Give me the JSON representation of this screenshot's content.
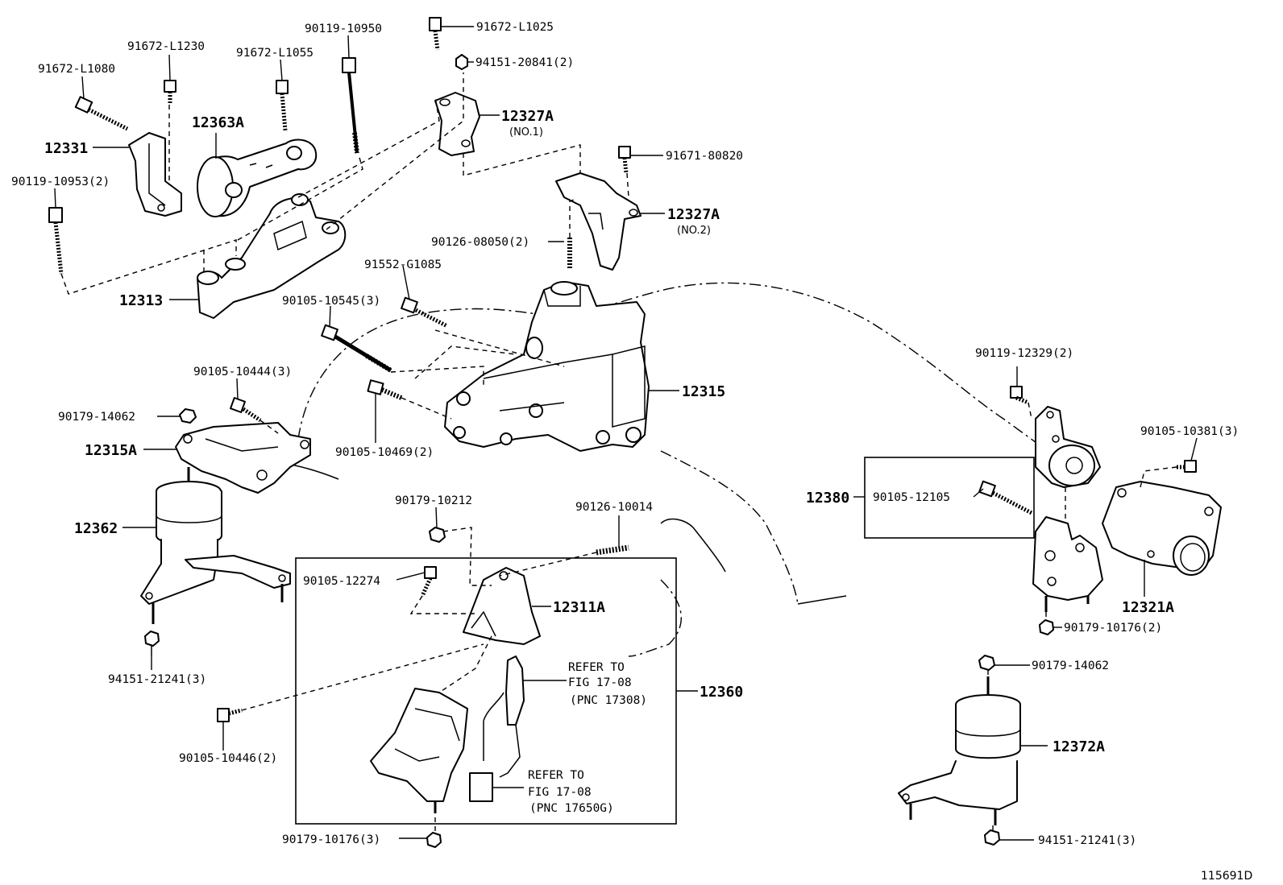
{
  "figure_id": "115691D",
  "parts": {
    "p91672_L1025": "91672-L1025",
    "p94151_20841": "94151-20841(2)",
    "p12327A_1": "12327A",
    "p12327A_1_note": "(NO.1)",
    "p91671_80820": "91671-80820",
    "p12327A_2": "12327A",
    "p12327A_2_note": "(NO.2)",
    "p90126_08050": "90126-08050(2)",
    "p91552_G1085": "91552-G1085",
    "p90105_10545": "90105-10545(3)",
    "p90119_10950": "90119-10950",
    "p91672_L1230": "91672-L1230",
    "p91672_L1055": "91672-L1055",
    "p91672_L1080": "91672-L1080",
    "p12363A": "12363A",
    "p12331": "12331",
    "p90119_10953": "90119-10953(2)",
    "p12313": "12313",
    "p12315": "12315",
    "p90105_10444": "90105-10444(3)",
    "p90179_14062_left": "90179-14062",
    "p12315A": "12315A",
    "p90105_10469": "90105-10469(2)",
    "p12362": "12362",
    "p90179_10212": "90179-10212",
    "p90126_10014": "90126-10014",
    "p90105_12274": "90105-12274",
    "p12311A": "12311A",
    "p94151_21241_left": "94151-21241(3)",
    "p90105_10446": "90105-10446(2)",
    "p12360": "12360",
    "p90179_10176_bottom": "90179-10176(3)",
    "p90119_12329": "90119-12329(2)",
    "p90105_10381": "90105-10381(3)",
    "p12380": "12380",
    "p90105_12105": "90105-12105",
    "p12321A": "12321A",
    "p90179_10176_right": "90179-10176(2)",
    "p90179_14062_right": "90179-14062",
    "p12372A": "12372A",
    "p94151_21241_right": "94151-21241(3)"
  },
  "refer1": {
    "line1": "REFER TO",
    "line2": "FIG 17-08",
    "line3": "(PNC 17308)"
  },
  "refer2": {
    "line1": "REFER TO",
    "line2": "FIG 17-08",
    "line3": "(PNC 17650G)"
  }
}
